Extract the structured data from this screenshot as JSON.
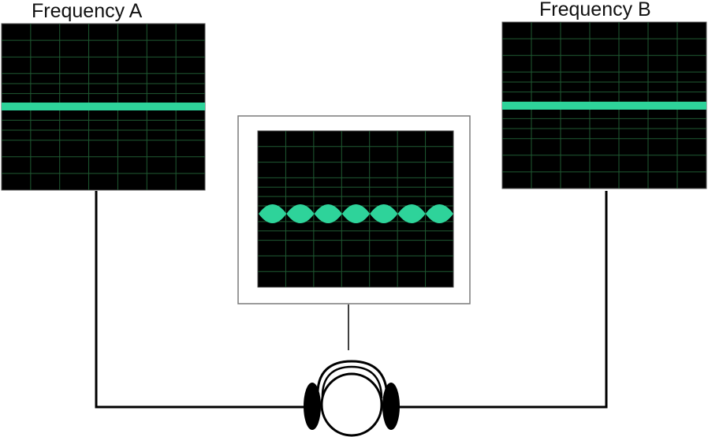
{
  "labels": {
    "frequency_a": "Frequency A",
    "frequency_b": "Frequency B"
  },
  "colors": {
    "screen_bg": "#000000",
    "grid": "#1f5a32",
    "trace": "#2ed39a",
    "wire": "#000000",
    "frame": "#808080"
  },
  "icons": {
    "listener": "headphones-icon"
  },
  "waveforms": {
    "frequency_a": "flat-line",
    "frequency_b": "flat-line",
    "combined": "beat-pattern",
    "combined_lobes": 7
  }
}
